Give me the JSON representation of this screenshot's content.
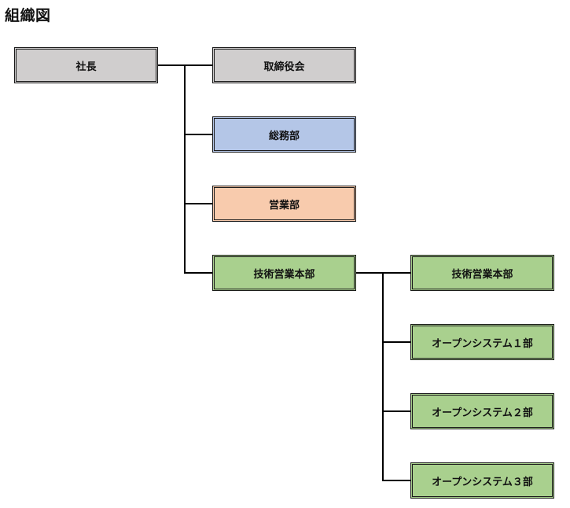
{
  "title": "組織図",
  "colors": {
    "gray": "#d0cece",
    "blue": "#b4c6e7",
    "orange": "#f8cbad",
    "green": "#a9d08e"
  },
  "nodes": {
    "president": "社長",
    "board": "取締役会",
    "general_affairs": "総務部",
    "sales": "営業部",
    "tech_sales_hq": "技術営業本部",
    "tech_sales_hq_sub": "技術営業本部",
    "open_system_1": "オープンシステム１部",
    "open_system_2": "オープンシステム２部",
    "open_system_3": "オープンシステム３部"
  }
}
